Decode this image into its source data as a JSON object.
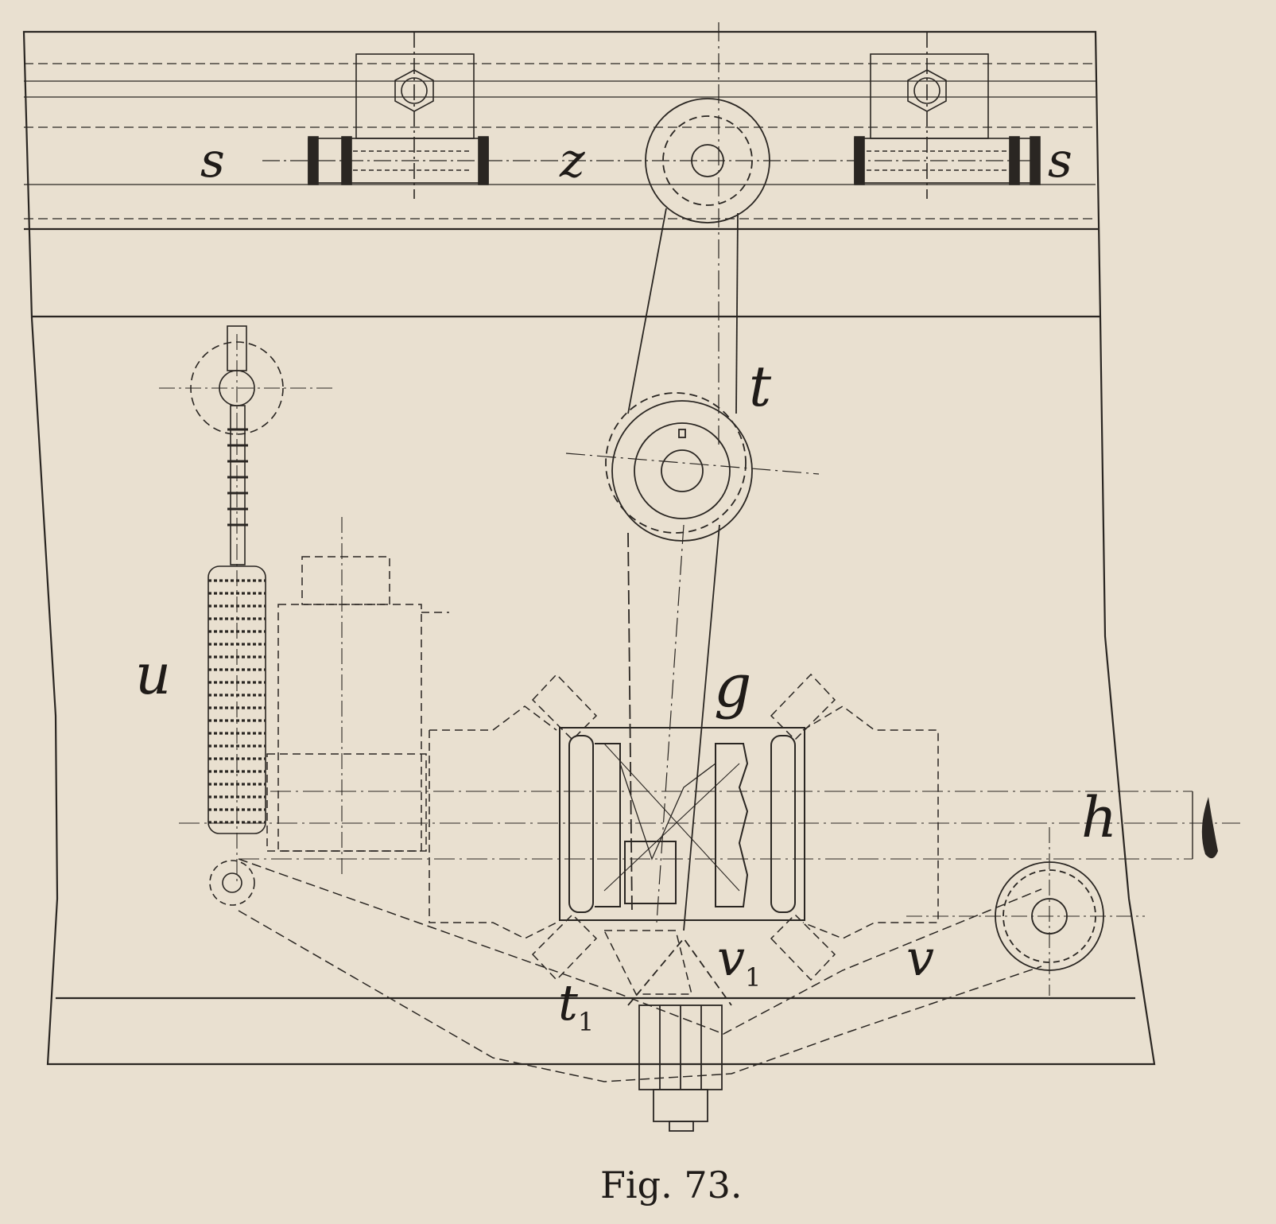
{
  "caption": "Fig. 73.",
  "labels": {
    "s_left": "s",
    "s_right": "s",
    "z": "z",
    "t": "t",
    "u": "u",
    "g": "g",
    "h": "h",
    "t1_base": "t",
    "t1_sub": "1",
    "v1_base": "v",
    "v1_sub": "1",
    "v": "v"
  },
  "colors": {
    "paper": "#e9e0d0",
    "ink": "#2a2622"
  }
}
